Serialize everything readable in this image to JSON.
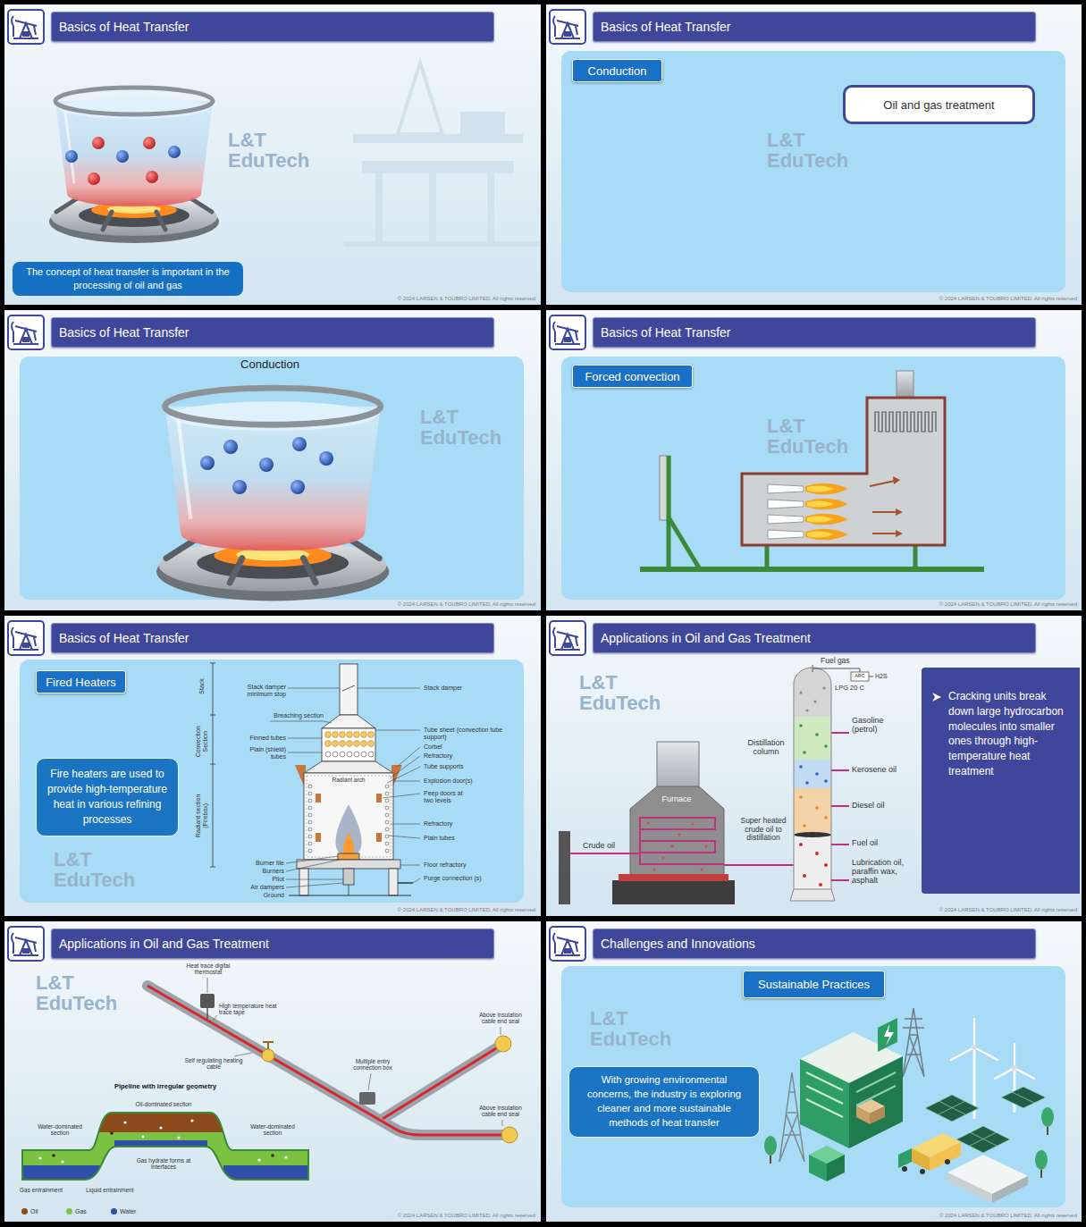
{
  "diagram": {
    "nodes": [
      {
        "text": [
          "Basics of Heat Transfer"
        ]
      },
      {
        "text": [
          "The concept of heat transfer is important in the processing of oil and gas"
        ]
      },
      {
        "text": [
          "Basics of Heat Transfer"
        ]
      },
      {
        "text": [
          "Conduction"
        ]
      },
      {
        "text": [
          "Oil and gas treatment"
        ]
      },
      {
        "text": [
          "Basics of Heat Transfer"
        ]
      },
      {
        "text": [
          "Basics of Heat Transfer"
        ]
      },
      {
        "text": [
          "Forced convection"
        ]
      },
      {
        "text": [
          "Basics of Heat Transfer"
        ]
      },
      {
        "text": [
          "Fired Heaters"
        ]
      },
      {
        "text": [
          "Fire heaters are used to provide high-temperature heat in various refining processes"
        ]
      },
      {
        "text": [
          "Applications in Oil and Gas Treatment"
        ]
      },
      {
        "text": [
          "Cracking units break down large hydrocarbon molecules into smaller ones through high-temperature heat treatment"
        ]
      },
      {
        "text": [
          "Applications in Oil and Gas Treatment"
        ]
      },
      {
        "text": [
          "Challenges and Innovations"
        ]
      },
      {
        "text": [
          "Sustainable Practices"
        ]
      },
      {
        "text": [
          "With growing environmental concerns, the industry is exploring cleaner and more sustainable methods of heat transfer"
        ]
      }
    ],
    "labels": [
      "L&T EduTech",
      "© 2024 LARSEN & TOUBRO LIMITED. All rights reserved",
      "L&T EduTech",
      "© 2024 LARSEN & TOUBRO LIMITED. All rights reserved",
      "Conduction",
      "L&T EduTech",
      "© 2024 LARSEN & TOUBRO LIMITED. All rights reserved",
      "L&T EduTech",
      "© 2024 LARSEN & TOUBRO LIMITED. All rights reserved",
      "Stack",
      "Convection Section",
      "Radiant section (Firebox)",
      "Stack damper minimum stop",
      "Stack damper",
      "Breaching section",
      "Tube sheet (convection tube support)",
      "Finned tubes",
      "Corbel",
      "Plain (shield) tubes",
      "Refractory",
      "Tube supports",
      "Radiant arch",
      "Explosion door(s)",
      "Peep doors at two levels",
      "Refractory",
      "Plain tubes",
      "Burner tile",
      "Floor refractory",
      "Burners",
      "Purge connection (s)",
      "Pilot",
      "Air dampers",
      "Ground",
      "L&T EduTech",
      "© 2024 LARSEN & TOUBRO LIMITED. All rights reserved",
      "Fuel gas",
      "ARC",
      "H2S",
      "LPG 20 C",
      "Gasoline (petrol)",
      "Distillation column",
      "Kerosene oil",
      "Furnace",
      "Diesel oil",
      "Super heated crude oil to distillation",
      "Fuel oil",
      "Crude oil",
      "Lubrication oil, paraffin wax, asphalt",
      "L&T EduTech",
      "© 2024 LARSEN & TOUBRO LIMITED. All rights reserved",
      "Heat trace digital thermostat",
      "High temperature heat trace tape",
      "Above insulation cable end seal",
      "Self regulating heating cable",
      "Multiple entry connection box",
      "Pipeline with irregular geometry",
      "Oil-dominated section",
      "Above insulation cable end seal",
      "Water-dominated section",
      "Water-dominated section",
      "Gas hydrate forms at interfaces",
      "Gas entrainment",
      "Liquid entrainment",
      "L&T EduTech",
      "© 2024 LARSEN & TOUBRO LIMITED. All rights reserved",
      "L&T EduTech",
      "© 2024 LARSEN & TOUBRO LIMITED. All rights reserved"
    ],
    "legend": [
      {
        "text": "Oil",
        "color": "#8b4a1c"
      },
      {
        "text": "Gas",
        "color": "#7cc242"
      },
      {
        "text": "Water",
        "color": "#2f4fa8"
      }
    ]
  }
}
